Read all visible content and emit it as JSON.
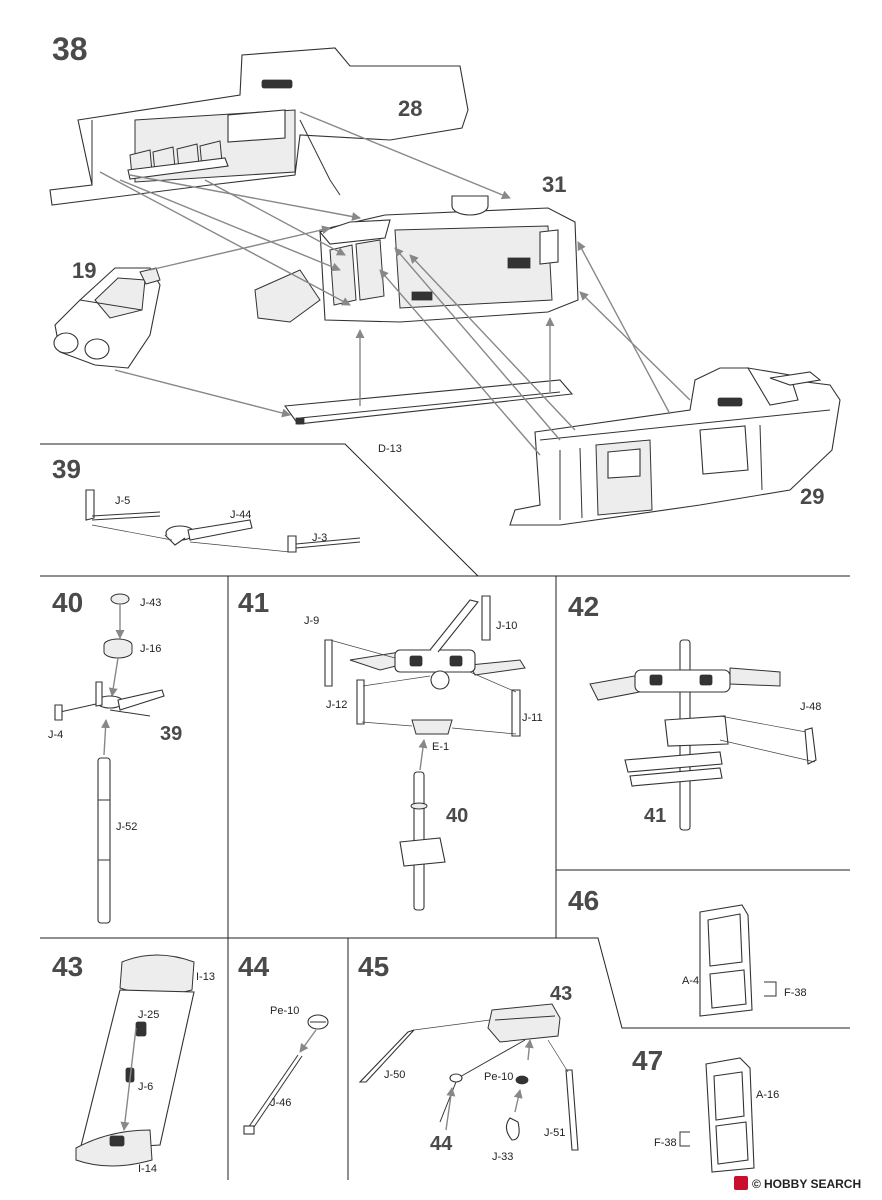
{
  "steps": [
    {
      "id": "38",
      "number": "38"
    },
    {
      "id": "39",
      "number": "39"
    },
    {
      "id": "40",
      "number": "40"
    },
    {
      "id": "41",
      "number": "41"
    },
    {
      "id": "42",
      "number": "42"
    },
    {
      "id": "43",
      "number": "43"
    },
    {
      "id": "44",
      "number": "44"
    },
    {
      "id": "45",
      "number": "45"
    },
    {
      "id": "46",
      "number": "46"
    },
    {
      "id": "47",
      "number": "47"
    }
  ],
  "step38": {
    "callouts": {
      "c28": "28",
      "c31": "31",
      "c19": "19",
      "c29": "29"
    },
    "parts": {
      "d13": "D-13"
    }
  },
  "step39": {
    "parts": {
      "j5": "J-5",
      "j44": "J-44",
      "j3": "J-3"
    }
  },
  "step40": {
    "parts": {
      "j43": "J-43",
      "j16": "J-16",
      "j4": "J-4",
      "j52": "J-52"
    },
    "callouts": {
      "c39": "39"
    }
  },
  "step41": {
    "parts": {
      "j9": "J-9",
      "j10": "J-10",
      "j12": "J-12",
      "j11": "J-11",
      "e1": "E-1"
    },
    "callouts": {
      "c40": "40"
    }
  },
  "step42": {
    "parts": {
      "j48": "J-48"
    },
    "callouts": {
      "c41": "41"
    }
  },
  "step43": {
    "parts": {
      "i13": "I-13",
      "j25": "J-25",
      "j6": "J-6",
      "i14": "I-14"
    }
  },
  "step44": {
    "parts": {
      "pe10": "Pe-10",
      "j46": "J-46"
    }
  },
  "step45": {
    "parts": {
      "j50": "J-50",
      "pe10": "Pe-10",
      "j51": "J-51",
      "j33": "J-33"
    },
    "callouts": {
      "c43": "43",
      "c44": "44"
    }
  },
  "step46": {
    "parts": {
      "a4": "A-4",
      "f38": "F-38"
    }
  },
  "step47": {
    "parts": {
      "a16": "A-16",
      "f38": "F-38"
    }
  },
  "watermark": {
    "brand": "HOBBY SEARCH",
    "symbol": "©"
  }
}
